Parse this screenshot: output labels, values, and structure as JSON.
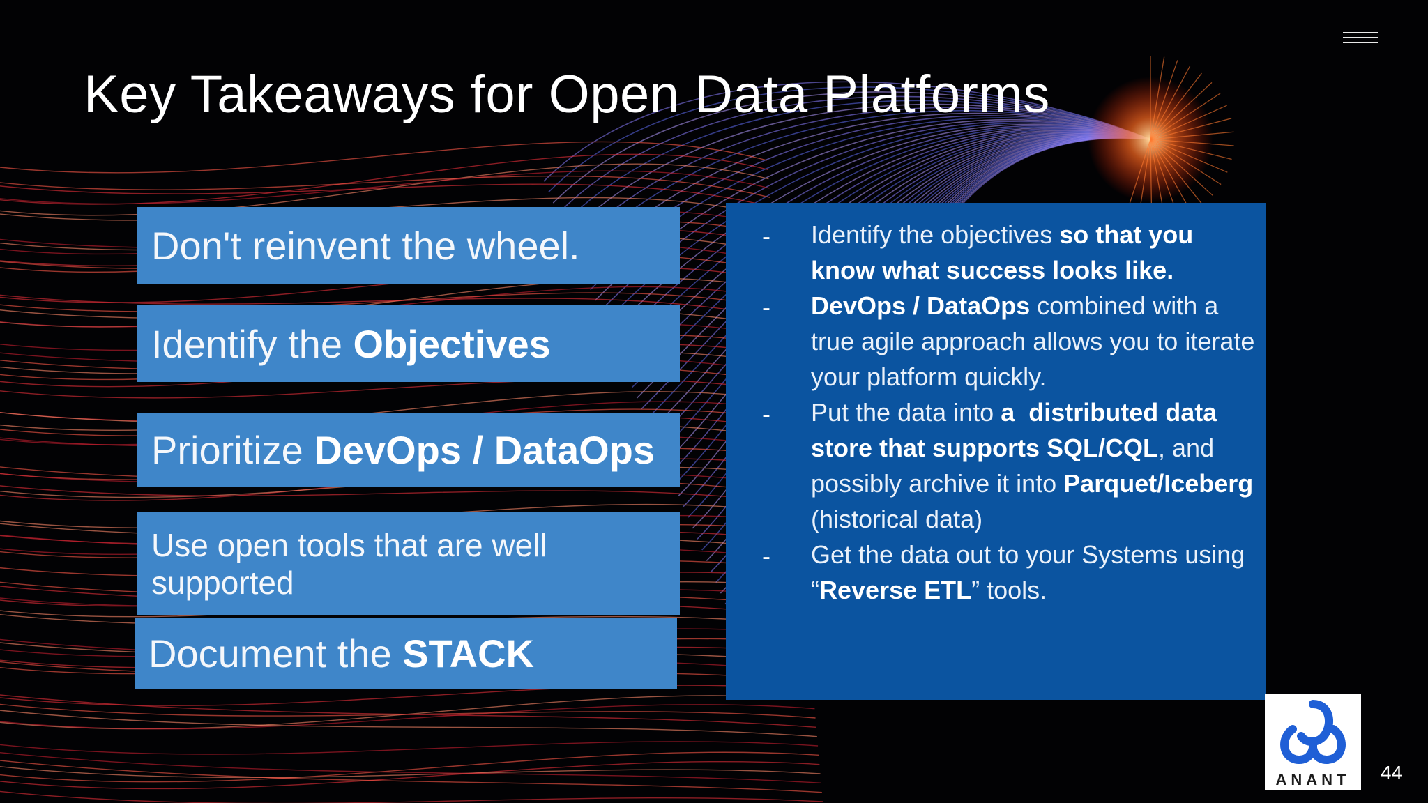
{
  "slide": {
    "title": "Key Takeaways for Open Data Platforms",
    "page_number": "44",
    "logo_text": "ANANT",
    "menu_icon": "hamburger-menu-icon"
  },
  "pills": [
    {
      "plain": "Don't reinvent the wheel.",
      "bold": ""
    },
    {
      "plain": "Identify the ",
      "bold": "Objectives"
    },
    {
      "plain": "Prioritize ",
      "bold": "DevOps / DataOps"
    },
    {
      "plain": "Use open tools that are well supported",
      "bold": ""
    },
    {
      "plain": "Document the ",
      "bold": "STACK"
    }
  ],
  "bullets": [
    {
      "dash": "-",
      "parts": [
        {
          "t": "Identify the objectives ",
          "b": false
        },
        {
          "t": "so that you know what success looks like.",
          "b": true
        }
      ]
    },
    {
      "dash": "-",
      "parts": [
        {
          "t": "DevOps / DataOps",
          "b": true
        },
        {
          "t": " combined with a true agile approach allows you to iterate your platform quickly.",
          "b": false
        }
      ]
    },
    {
      "dash": "-",
      "parts": [
        {
          "t": "Put the data into ",
          "b": false
        },
        {
          "t": "a  distributed data store that supports SQL/CQL",
          "b": true
        },
        {
          "t": ", and possibly archive it into ",
          "b": false
        },
        {
          "t": "Parquet/Iceberg",
          "b": true
        },
        {
          "t": " (historical data)",
          "b": false
        }
      ]
    },
    {
      "dash": "-",
      "parts": [
        {
          "t": "Get the data out to your Systems using “",
          "b": false
        },
        {
          "t": "Reverse ETL",
          "b": true
        },
        {
          "t": "” tools.",
          "b": false
        }
      ]
    }
  ],
  "colors": {
    "pill_blue": "#3f86c9",
    "panel_blue": "#0b54a0",
    "background": "#020204"
  }
}
